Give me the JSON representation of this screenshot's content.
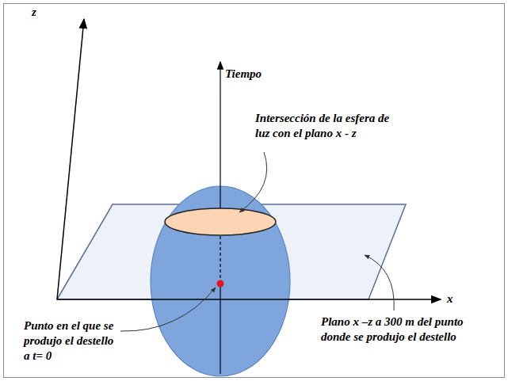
{
  "diagram": {
    "labels": [
      "z",
      "Tiempo",
      "Intersección de la esfera de luz con el plano x - z",
      "x",
      "Punto en el que se produjo el destello a t= 0",
      "Plano x –z a 300 m del punto donde se produjo el destello"
    ]
  }
}
